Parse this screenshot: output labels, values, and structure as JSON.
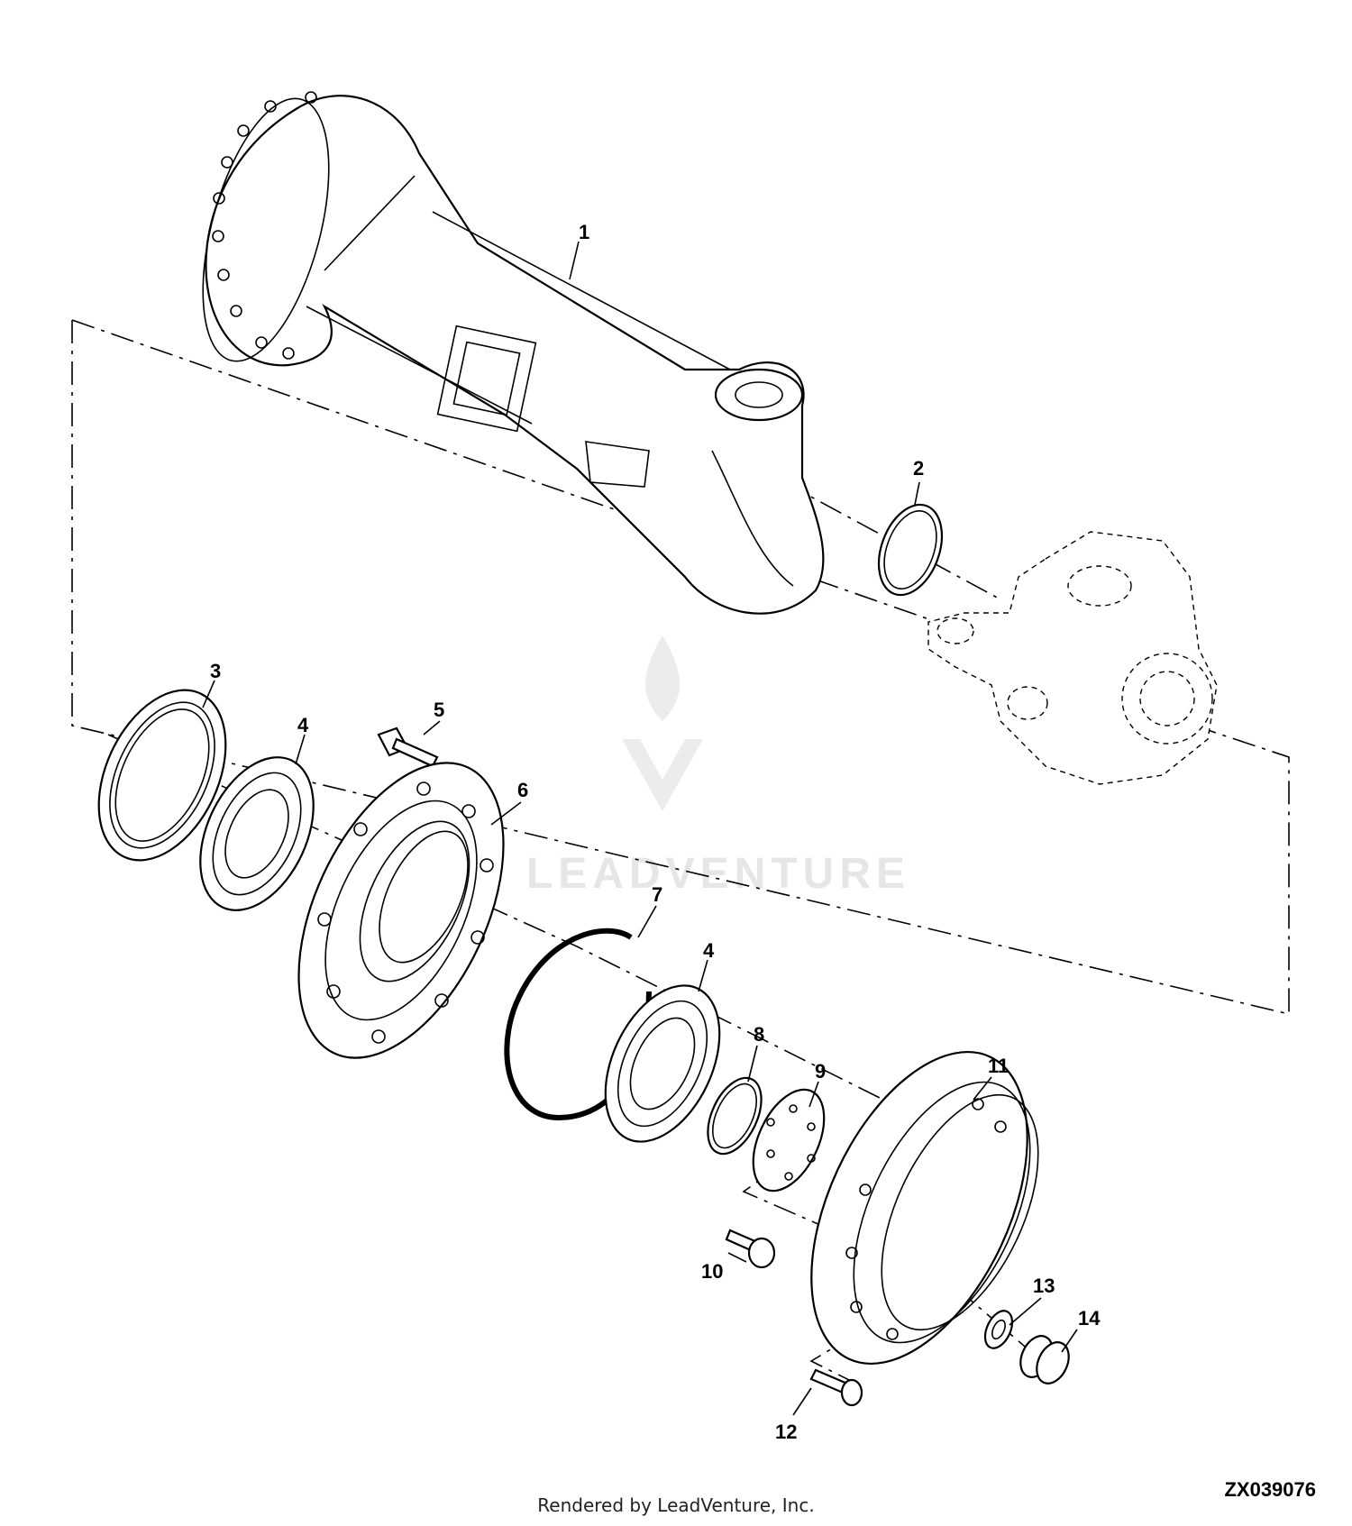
{
  "diagram": {
    "watermark": "LEADVENTURE",
    "doc_id": "ZX039076",
    "credit": "Rendered by LeadVenture, Inc.",
    "callouts": [
      "1",
      "2",
      "3",
      "4",
      "5",
      "6",
      "7",
      "4",
      "8",
      "9",
      "10",
      "11",
      "12",
      "13",
      "14"
    ]
  }
}
